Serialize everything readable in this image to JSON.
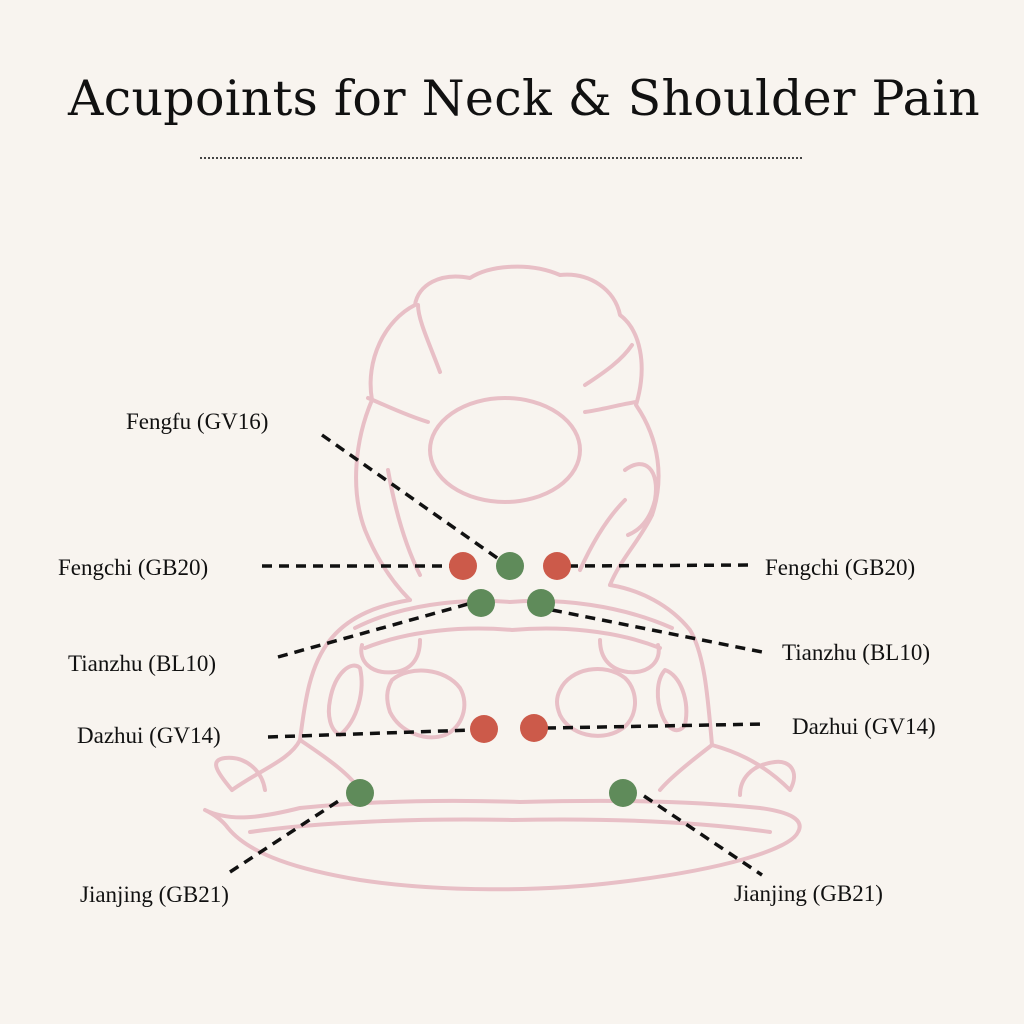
{
  "title": "Acupoints for Neck & Shoulder Pain",
  "colors": {
    "background": "#f8f4ef",
    "outline": "#e8bfc6",
    "red_point": "#cc5a4a",
    "green_point": "#5f8b5a",
    "leader": "#111111"
  },
  "labels": {
    "fengfu": "Fengfu (GV16)",
    "fengchi_left": "Fengchi (GB20)",
    "fengchi_right": "Fengchi (GB20)",
    "tianzhu_left": "Tianzhu (BL10)",
    "tianzhu_right": "Tianzhu (BL10)",
    "dazhui_left": "Dazhui (GV14)",
    "dazhui_right": "Dazhui (GV14)",
    "jianjing_left": "Jianjing (GB21)",
    "jianjing_right": "Jianjing (GB21)"
  }
}
